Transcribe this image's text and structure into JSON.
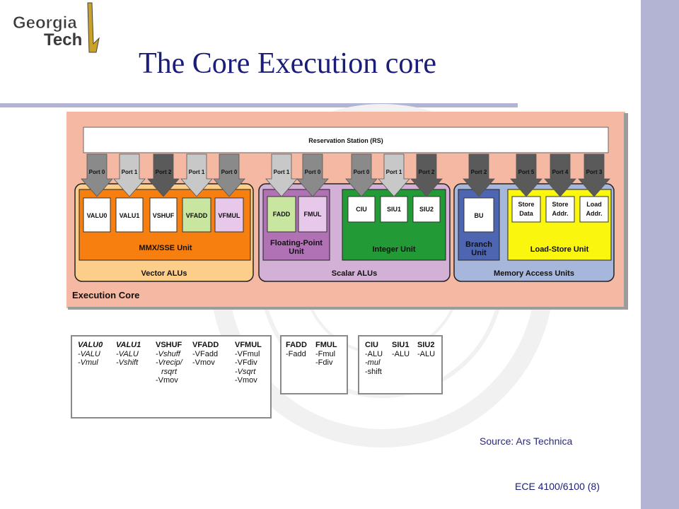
{
  "logo": {
    "line1": "Georgia",
    "line2": "Tech"
  },
  "title": "The Core Execution core",
  "diagram": {
    "reservation_station": "Reservation Station (RS)",
    "ports": [
      "Port 0",
      "Port 1",
      "Port 2",
      "Port 1",
      "Port 0",
      "Port 1",
      "Port 0",
      "Port 0",
      "Port 1",
      "Port 2",
      "Port 2",
      "Port 5",
      "Port 4",
      "Port 3"
    ],
    "units": {
      "valu0": "VALU0",
      "valu1": "VALU1",
      "vshuf": "VSHUF",
      "vfadd": "VFADD",
      "vfmul": "VFMUL",
      "fadd": "FADD",
      "fmul": "FMUL",
      "ciu": "CIU",
      "siu1": "SIU1",
      "siu2": "SIU2",
      "bu": "BU",
      "store_data_1": "Store",
      "store_data_2": "Data",
      "store_addr_1": "Store",
      "store_addr_2": "Addr.",
      "load_addr_1": "Load",
      "load_addr_2": "Addr."
    },
    "unit_labels": {
      "mmx": "MMX/SSE Unit",
      "fp_1": "Floating-Point",
      "fp_2": "Unit",
      "integer": "Integer Unit",
      "branch_1": "Branch",
      "branch_2": "Unit",
      "load_store": "Load-Store Unit"
    },
    "group_labels": {
      "vector": "Vector ALUs",
      "scalar": "Scalar ALUs",
      "memory": "Memory Access Units"
    },
    "core_label": "Execution Core",
    "colors": {
      "core_bg": "#f5b9a3",
      "vector_bg": "#fdce8a",
      "mmx": "#f77f10",
      "scalar_bg": "#d3b0d6",
      "fp": "#b172b5",
      "integer": "#229a35",
      "memory_bg": "#a7b6db",
      "branch": "#4e66b2",
      "load_store": "#fbf60d"
    }
  },
  "tables": {
    "vector": [
      {
        "head": "VALU0",
        "items": [
          "-VALU",
          "-Vmul"
        ]
      },
      {
        "head": "VALU1",
        "items": [
          "-VALU",
          "-Vshift"
        ]
      },
      {
        "head": "VSHUF",
        "items": [
          "-Vshuff",
          "-Vrecip/",
          "rsqrt",
          "-Vmov"
        ]
      },
      {
        "head": "VFADD",
        "items": [
          "-VFadd",
          "-Vmov"
        ]
      },
      {
        "head": "VFMUL",
        "items": [
          "-VFmul",
          "-VFdiv",
          "-Vsqrt",
          "-Vmov"
        ]
      }
    ],
    "fp": [
      {
        "head": "FADD",
        "items": [
          "-Fadd"
        ]
      },
      {
        "head": "FMUL",
        "items": [
          "-Fmul",
          "-Fdiv"
        ]
      }
    ],
    "int": [
      {
        "head": "CIU",
        "items": [
          "-ALU",
          "-mul",
          "-shift"
        ]
      },
      {
        "head": "SIU1",
        "items": [
          "-ALU"
        ]
      },
      {
        "head": "SIU2",
        "items": [
          "-ALU"
        ]
      }
    ]
  },
  "source": "Source: Ars Technica",
  "footer": "ECE 4100/6100  (8)"
}
